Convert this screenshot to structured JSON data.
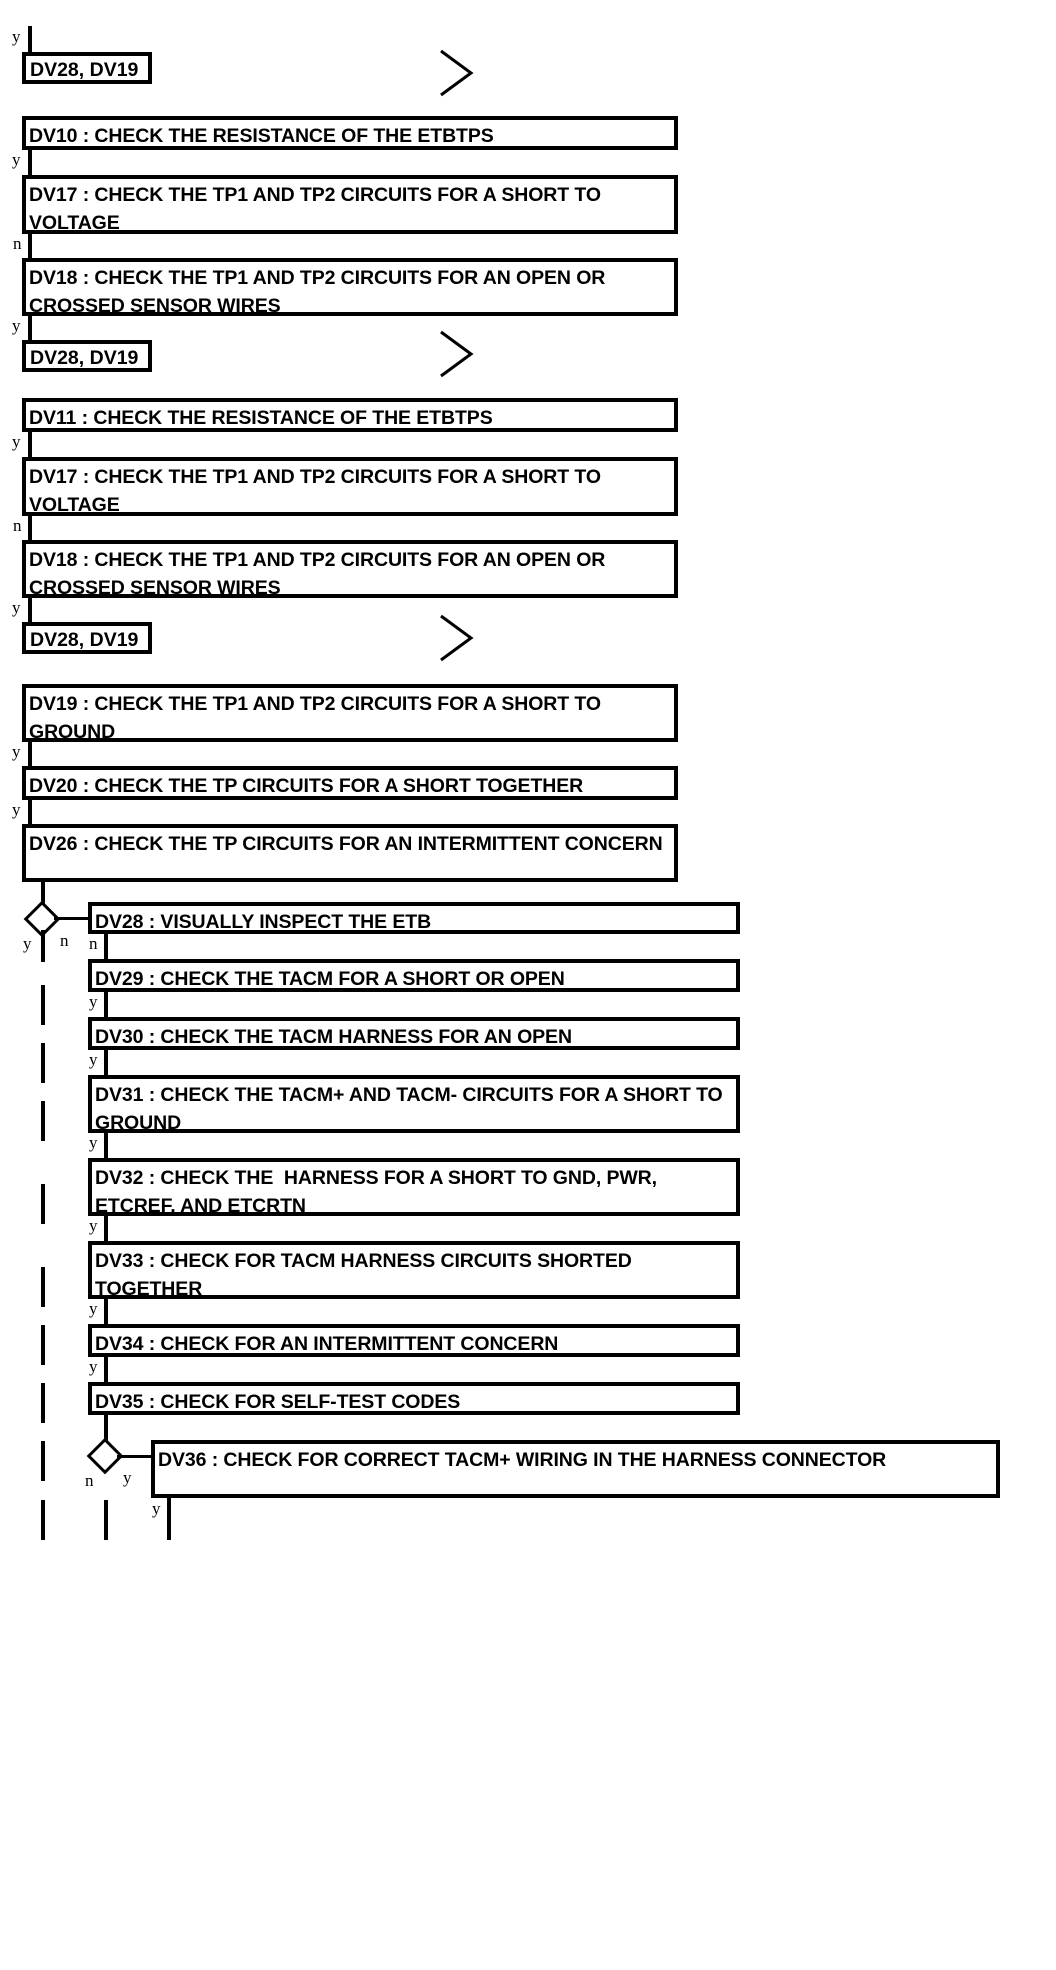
{
  "diagram": {
    "title": "ETB / TACM Diagnostic Flow",
    "type": "flowchart",
    "line_color": "#000000",
    "box_fill": "#ffffff",
    "steps": [
      {
        "id": "ref-1",
        "kind": "reference",
        "label": "DV28, DV19"
      },
      {
        "id": "DV10",
        "kind": "process",
        "label": "DV10 : CHECK THE RESISTANCE OF THE ETBTPS"
      },
      {
        "id": "DV17-a",
        "kind": "process",
        "label": "DV17 : CHECK THE TP1 AND TP2 CIRCUITS FOR A SHORT TO VOLTAGE"
      },
      {
        "id": "DV18-a",
        "kind": "process",
        "label": "DV18 : CHECK THE TP1 AND TP2 CIRCUITS FOR AN OPEN OR CROSSED SENSOR WIRES"
      },
      {
        "id": "ref-2",
        "kind": "reference",
        "label": "DV28, DV19"
      },
      {
        "id": "DV11",
        "kind": "process",
        "label": "DV11 : CHECK THE RESISTANCE OF THE ETBTPS"
      },
      {
        "id": "DV17-b",
        "kind": "process",
        "label": "DV17 : CHECK THE TP1 AND TP2 CIRCUITS FOR A SHORT TO VOLTAGE"
      },
      {
        "id": "DV18-b",
        "kind": "process",
        "label": "DV18 : CHECK THE TP1 AND TP2 CIRCUITS FOR AN OPEN OR CROSSED SENSOR WIRES"
      },
      {
        "id": "ref-3",
        "kind": "reference",
        "label": "DV28, DV19"
      },
      {
        "id": "DV19",
        "kind": "process",
        "label": "DV19 : CHECK THE TP1 AND TP2 CIRCUITS FOR A SHORT TO GROUND"
      },
      {
        "id": "DV20",
        "kind": "process",
        "label": "DV20 : CHECK THE TP CIRCUITS FOR A SHORT TOGETHER"
      },
      {
        "id": "DV26",
        "kind": "process",
        "label": "DV26 : CHECK THE TP CIRCUITS FOR AN INTERMITTENT CONCERN"
      },
      {
        "id": "DV28",
        "kind": "process",
        "label": "DV28 : VISUALLY INSPECT THE ETB"
      },
      {
        "id": "DV29",
        "kind": "process",
        "label": "DV29 : CHECK THE TACM FOR A SHORT OR OPEN"
      },
      {
        "id": "DV30",
        "kind": "process",
        "label": "DV30 : CHECK THE TACM HARNESS FOR AN OPEN"
      },
      {
        "id": "DV31",
        "kind": "process",
        "label": "DV31 : CHECK THE TACM+ AND TACM- CIRCUITS FOR A SHORT TO GROUND"
      },
      {
        "id": "DV32",
        "kind": "process",
        "label": "DV32 : CHECK THE  HARNESS FOR A SHORT TO GND, PWR, ETCREF, AND ETCRTN"
      },
      {
        "id": "DV33",
        "kind": "process",
        "label": "DV33 : CHECK FOR TACM HARNESS CIRCUITS SHORTED TOGETHER"
      },
      {
        "id": "DV34",
        "kind": "process",
        "label": "DV34 : CHECK FOR AN INTERMITTENT CONCERN"
      },
      {
        "id": "DV35",
        "kind": "process",
        "label": "DV35 : CHECK FOR SELF-TEST CODES"
      },
      {
        "id": "DV36",
        "kind": "process",
        "label": "DV36 : CHECK FOR CORRECT TACM+ WIRING IN THE HARNESS CONNECTOR"
      }
    ],
    "edge_labels": {
      "y": "y",
      "n": "n"
    },
    "edges": [
      {
        "from": "(above)",
        "to": "ref-1",
        "label": "y"
      },
      {
        "from": "DV10",
        "to": "DV17-a",
        "label": "y"
      },
      {
        "from": "DV17-a",
        "to": "DV18-a",
        "label": "n"
      },
      {
        "from": "DV18-a",
        "to": "ref-2",
        "label": "y"
      },
      {
        "from": "DV11",
        "to": "DV17-b",
        "label": "y"
      },
      {
        "from": "DV17-b",
        "to": "DV18-b",
        "label": "n"
      },
      {
        "from": "DV18-b",
        "to": "ref-3",
        "label": "y"
      },
      {
        "from": "DV19",
        "to": "DV20",
        "label": "y"
      },
      {
        "from": "DV20",
        "to": "DV26",
        "label": "y"
      },
      {
        "from": "decision-1",
        "to": "(down)",
        "label": "y"
      },
      {
        "from": "decision-1",
        "to": "DV28",
        "label": "n"
      },
      {
        "from": "DV28",
        "to": "DV29",
        "label": "n"
      },
      {
        "from": "DV29",
        "to": "DV30",
        "label": "y"
      },
      {
        "from": "DV30",
        "to": "DV31",
        "label": "y"
      },
      {
        "from": "DV31",
        "to": "DV32",
        "label": "y"
      },
      {
        "from": "DV32",
        "to": "DV33",
        "label": "y"
      },
      {
        "from": "DV33",
        "to": "DV34",
        "label": "y"
      },
      {
        "from": "DV34",
        "to": "DV35",
        "label": "y"
      },
      {
        "from": "decision-2",
        "to": "(down)",
        "label": "n"
      },
      {
        "from": "decision-2",
        "to": "DV36",
        "label": "y"
      },
      {
        "from": "DV36",
        "to": "(down)",
        "label": "y"
      }
    ],
    "offpage_markers": [
      {
        "id": "chevron-1",
        "glyph": "chevron-right-icon"
      },
      {
        "id": "chevron-2",
        "glyph": "chevron-right-icon"
      },
      {
        "id": "chevron-3",
        "glyph": "chevron-right-icon"
      }
    ]
  }
}
